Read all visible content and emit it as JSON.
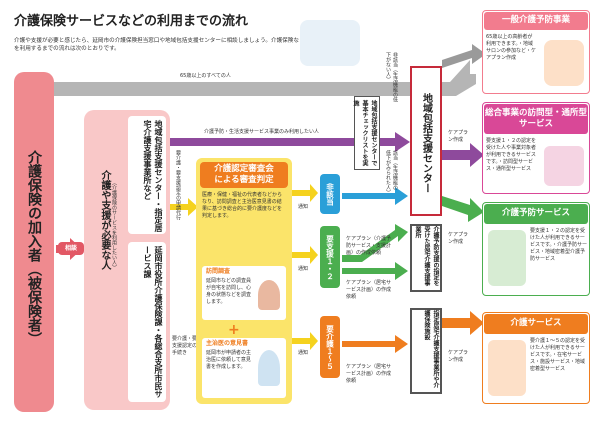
{
  "title": "介護保険サービスなどの利用までの流れ",
  "intro": "介護や支援が必要と感じたら、延岡市の介護保険担当窓口や地域包括支援センターに相談しましょう。介護保険などの各種サービスを利用するまでの流れは次のとおりです。",
  "left_main": "介護保険の加入者（被保険者）",
  "arrow_label": "相談",
  "need_care": "介護や支援が必要な人",
  "need_care_sub": "（介護保険のサービスを利用したい人）",
  "counter_top": "地域包括支援センター・指定居宅介護支援事業所など",
  "counter_bottom": "延岡市役所介護保険課・各総合支所市民サービス課",
  "over65": "65歳以上のすべての人",
  "general_only": "介護予防・生活支援サービス事業のみ利用したい人",
  "application": "要介護・要支援認定の申請代行",
  "application2": "要介護・要支援認定の手続き",
  "center_vertical": "地域包括支援センター",
  "checklist_box": "地域包括支援センターで基本チェックリストを実施",
  "non_target_small": "非該当（生活機能の低下がない人）",
  "non_target_small2": "該当（生活機能の低下がみられた人）",
  "judgement": {
    "title1": "介護認定審査会",
    "title2": "による審査判定",
    "text": "医療・保健・福祉の代表者などからなり、訪問調査と主治医意見書の結果に基づき総合的に要介護度などを判定します。"
  },
  "visit": {
    "title": "訪問調査",
    "text": "延岡市などの調査員が自宅を訪問し、心身の状態などを調査します。"
  },
  "doctor": {
    "title": "主治医の意見書",
    "text": "延岡市が申請者の主治医に依頼して意見書を作成します。"
  },
  "notice": "通知",
  "results": [
    {
      "label": "非該当",
      "color": "#2a9fd8"
    },
    {
      "label": "要支援１・２",
      "color": "#4bae4f"
    },
    {
      "label": "要介護１〜５",
      "color": "#ef7d1f"
    }
  ],
  "care_plan_note1": "ケアプラン（介護予防サービス・支援計画）の作成依頼",
  "care_plan_note2": "ケアプラン（居宅サービス計画）の作成依頼",
  "care_plan_note3": "ケアプラン（居宅サービス計画）の作成依頼",
  "careplan": "ケアプラン作成",
  "prevention_center": "介護予防支援の指定を受けた居宅介護支援事業所",
  "care_center": "指定居宅介護支援事業所や介護保険施設",
  "right": [
    {
      "title": "一般介護予防事業",
      "color": "#f27c8e",
      "text": "65歳以上の高齢者が利用できます。・地域サロンの参加など・ケアプラン作成"
    },
    {
      "title": "総合事業の訪問型・通所型サービス",
      "color": "#d94897",
      "text": "要支援１・２の認定を受けた人や事業対象者が利用できるサービスです。・訪問型サービス・通所型サービス"
    },
    {
      "title": "介護予防サービス",
      "color": "#4bae4f",
      "text": "要支援１・２の認定を受けた人が利用できるサービスです。・介護予防サービス・地域密着型介護予防サービス"
    },
    {
      "title": "介護サービス",
      "color": "#ef7d1f",
      "text": "要介護１〜５の認定を受けた人が利用できるサービスです。・在宅サービス・施設サービス・地域密着型サービス"
    }
  ]
}
